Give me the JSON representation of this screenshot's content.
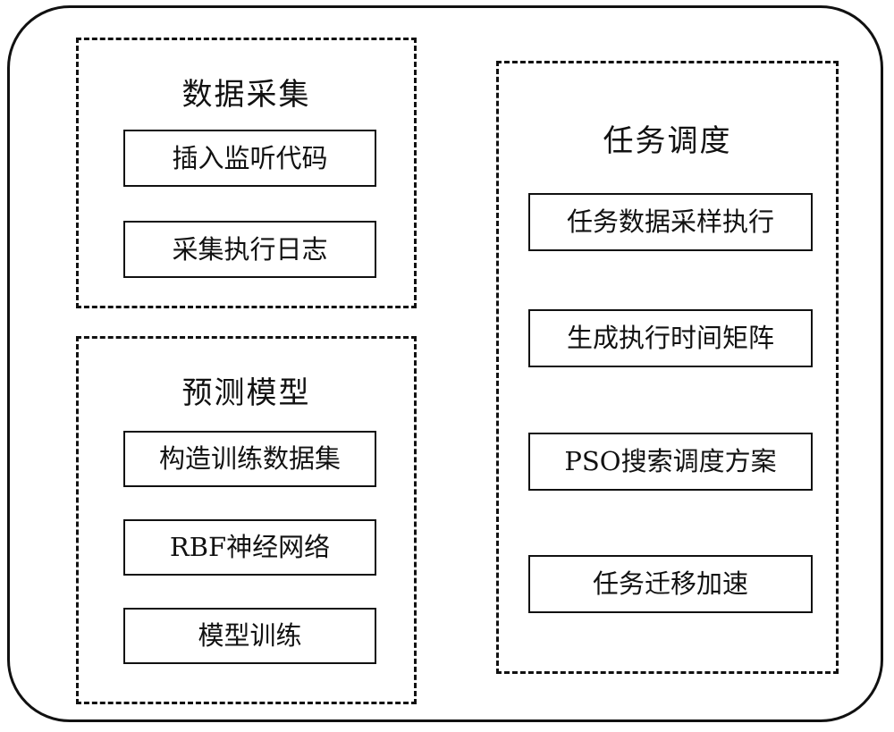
{
  "groups": {
    "collect": {
      "title": "数据采集",
      "steps": [
        "插入监听代码",
        "采集执行日志"
      ]
    },
    "model": {
      "title": "预测模型",
      "steps": [
        "构造训练数据集",
        "RBF神经网络",
        "模型训练"
      ]
    },
    "schedule": {
      "title": "任务调度",
      "steps": [
        "任务数据采样执行",
        "生成执行时间矩阵",
        "PSO搜索调度方案",
        "任务迁移加速"
      ]
    }
  }
}
